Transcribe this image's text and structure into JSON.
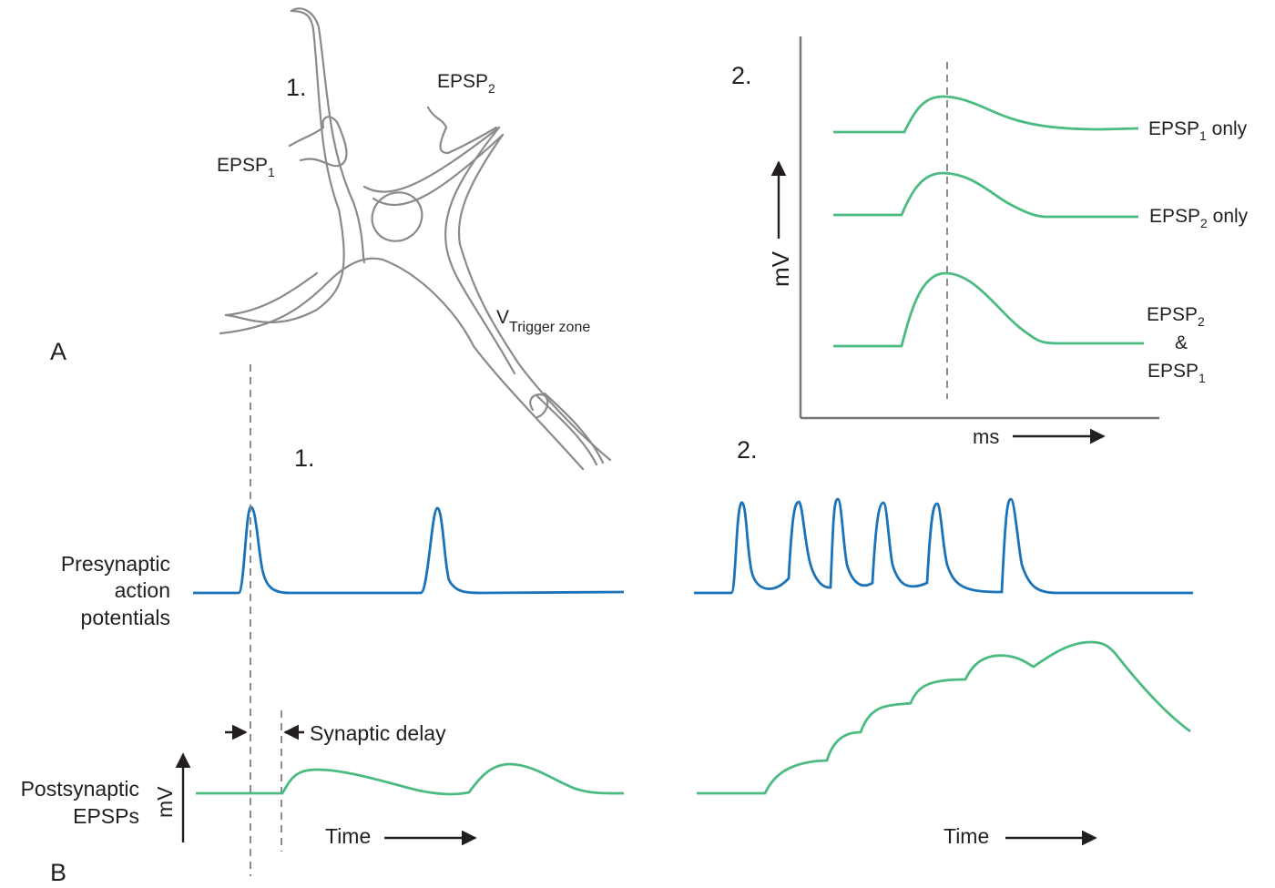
{
  "colors": {
    "presynaptic": "#1a73b8",
    "epsp": "#4cbb82",
    "neuron": "#8a8a8a",
    "text": "#231f20"
  },
  "panel_a": {
    "label": "A",
    "neuron": {
      "step_label": "1.",
      "epsp1_base": "EPSP",
      "epsp1_sub": "1",
      "epsp2_base": "EPSP",
      "epsp2_sub": "2",
      "trigger_base": "V",
      "trigger_sub": "Trigger zone"
    },
    "graph": {
      "step_label": "2.",
      "ylabel": "mV",
      "xlabel": "ms",
      "trace1_base": "EPSP",
      "trace1_sub": "1",
      "trace1_suffix": " only",
      "trace2_base": "EPSP",
      "trace2_sub": "2",
      "trace2_suffix": " only",
      "trace3_line1_base": "EPSP",
      "trace3_line1_sub": "2",
      "trace3_line2": "&",
      "trace3_line3_base": "EPSP",
      "trace3_line3_sub": "1"
    }
  },
  "panel_b": {
    "label": "B",
    "left": {
      "step_label": "1.",
      "pre_label_1": "Presynaptic",
      "pre_label_2": "action",
      "pre_label_3": "potentials",
      "post_label_1": "Postsynaptic",
      "post_label_2": "EPSPs",
      "ylabel": "mV",
      "delay_label": "Synaptic delay",
      "xlabel": "Time"
    },
    "right": {
      "step_label": "2.",
      "xlabel": "Time"
    }
  }
}
